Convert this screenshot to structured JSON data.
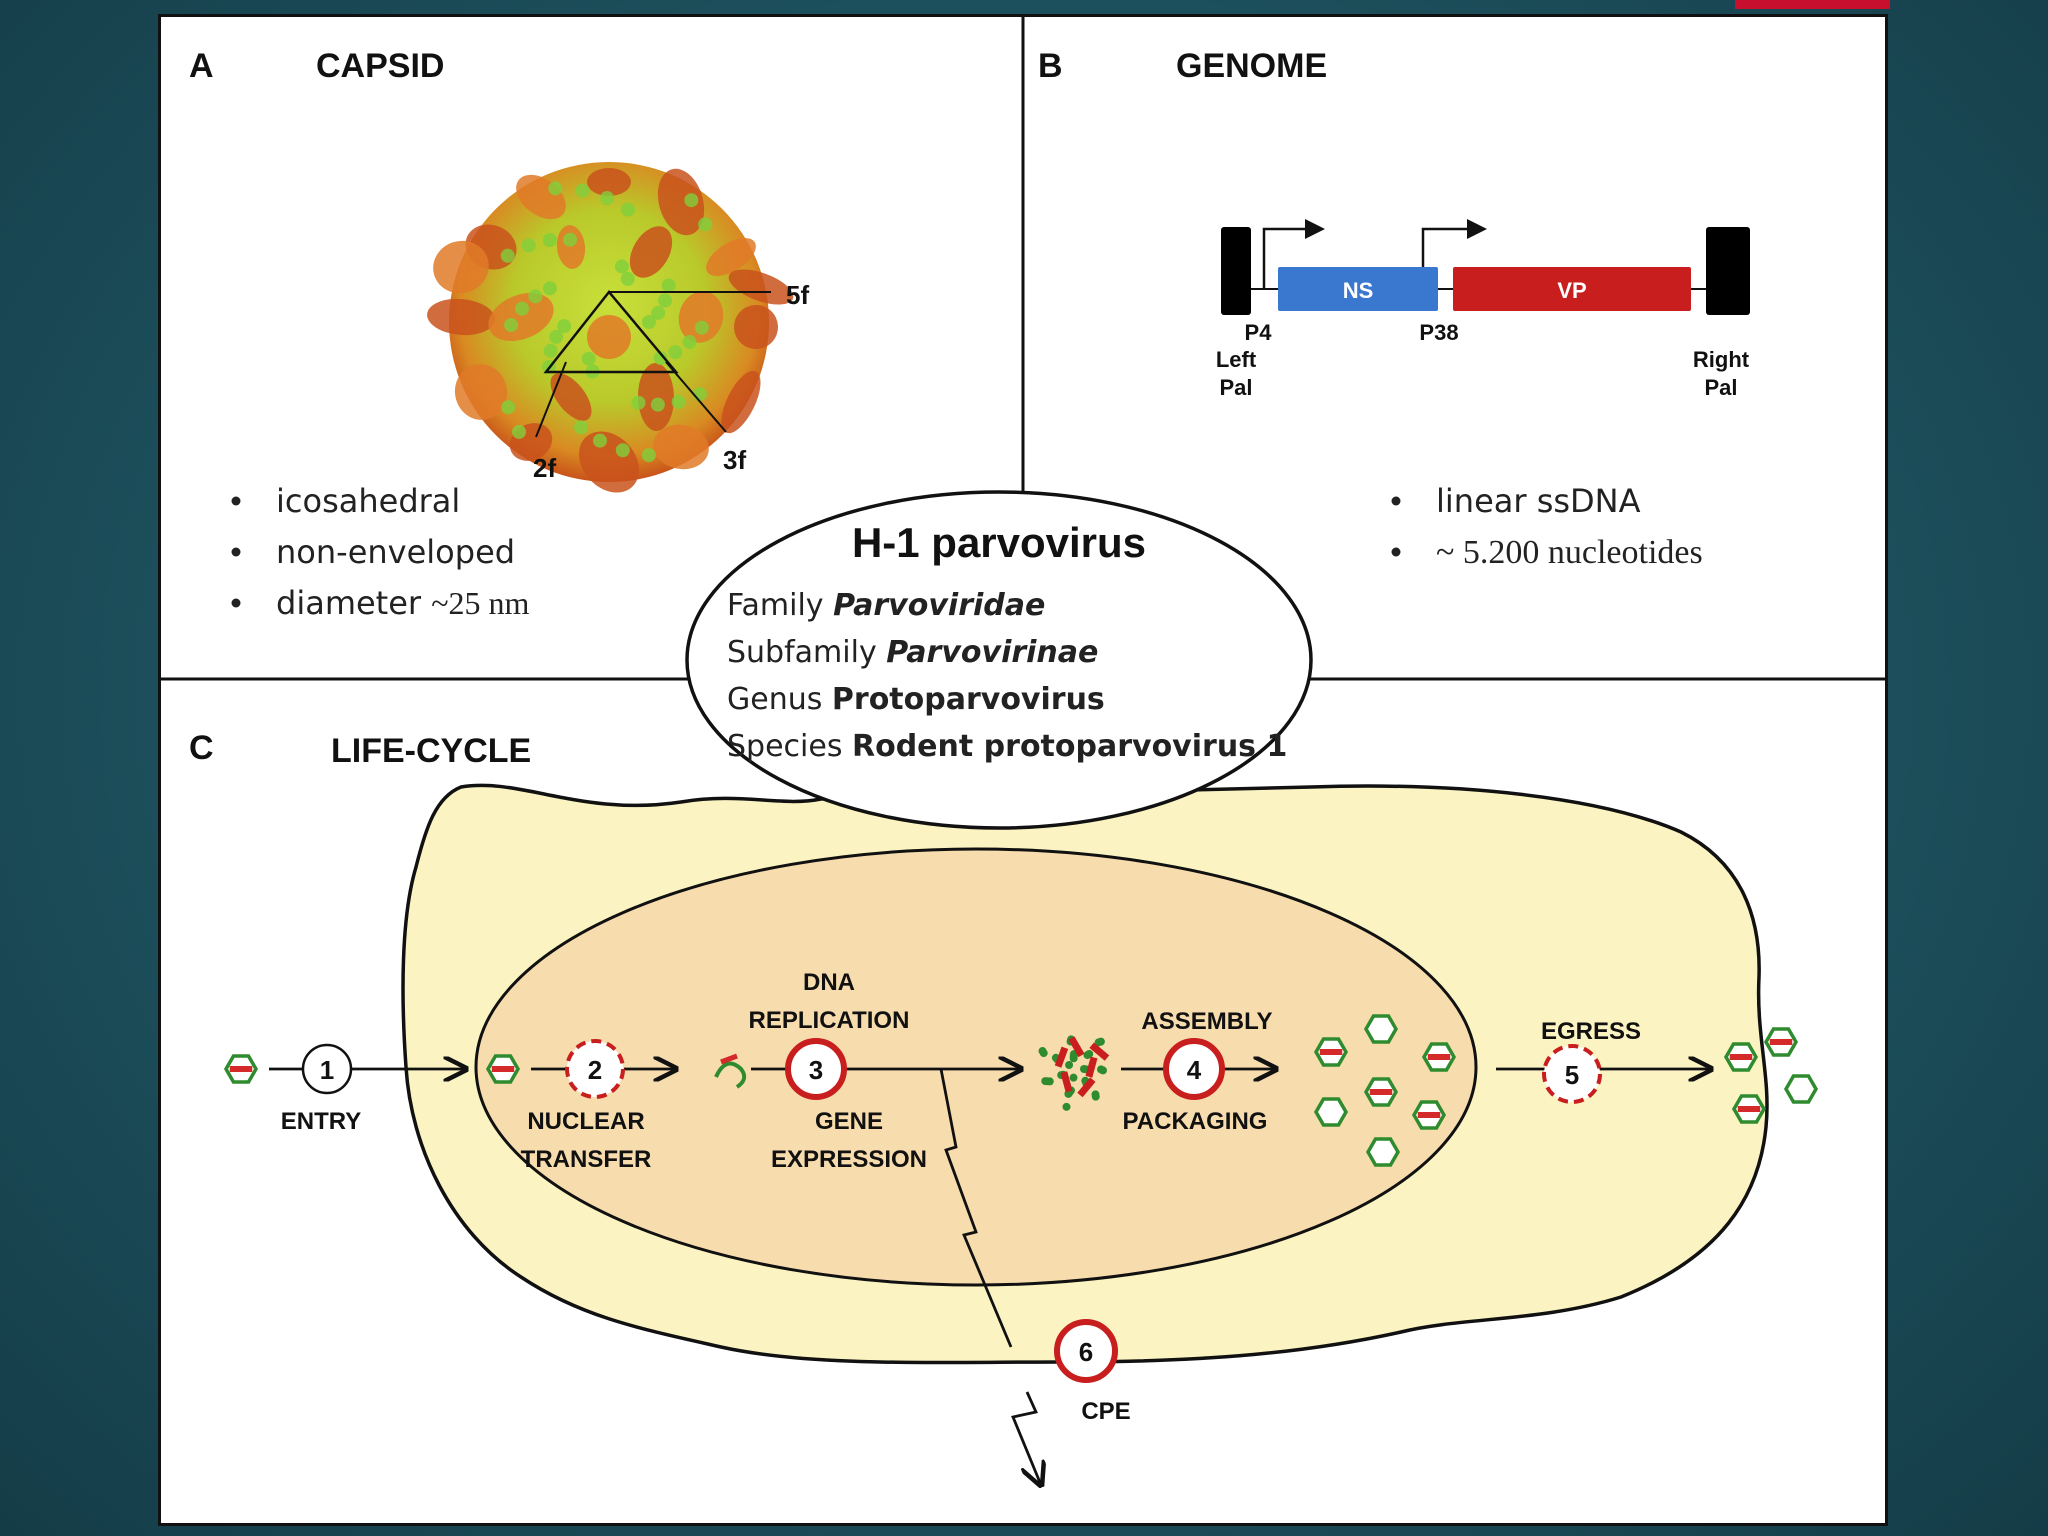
{
  "panel_a": {
    "letter": "A",
    "title": "CAPSID",
    "axis_labels": [
      "5f",
      "2f",
      "3f"
    ],
    "bullets": [
      {
        "text": "icosahedral"
      },
      {
        "text": "non-enveloped"
      },
      {
        "text": "diameter ",
        "serif": "~25 nm"
      }
    ]
  },
  "panel_b": {
    "letter": "B",
    "title": "GENOME",
    "ns_label": "NS",
    "vp_label": "VP",
    "p4": "P4",
    "p38": "P38",
    "left_pal": [
      "Left",
      "Pal"
    ],
    "right_pal": [
      "Right",
      "Pal"
    ],
    "bullets": [
      {
        "text": "linear ssDNA"
      },
      {
        "serif": "~ 5.200 nucleotides"
      }
    ]
  },
  "panel_c": {
    "letter": "C",
    "title": "LIFE-CYCLE",
    "steps": [
      {
        "num": "1",
        "label": [
          "ENTRY"
        ]
      },
      {
        "num": "2",
        "label": [
          "NUCLEAR",
          "TRANSFER"
        ]
      },
      {
        "num": "3",
        "label_top": [
          "DNA",
          "REPLICATION"
        ],
        "label_bottom": [
          "GENE",
          "EXPRESSION"
        ]
      },
      {
        "num": "4",
        "label_top": [
          "ASSEMBLY"
        ],
        "label_bottom": [
          "PACKAGING"
        ]
      },
      {
        "num": "5",
        "label": [
          "EGRESS"
        ]
      },
      {
        "num": "6",
        "label": [
          "CPE"
        ]
      }
    ]
  },
  "center": {
    "title": "H-1 parvovirus",
    "rows": [
      {
        "rank": "Family ",
        "name": "Parvoviridae",
        "italic": true
      },
      {
        "rank": "Subfamily ",
        "name": "Parvovirinae",
        "italic": true
      },
      {
        "rank": "Genus ",
        "name": "Protoparvovirus",
        "italic": false
      },
      {
        "rank": "Species ",
        "name": "Rodent protoparvovirus 1",
        "italic": false
      }
    ]
  },
  "colors": {
    "ns": "#3a78d0",
    "vp": "#c81e1e",
    "cell": "#fbf4c2",
    "nucleus": "#f7dcae",
    "capsid_green": "#2e8b2e",
    "capsid_red": "#d42a2a"
  }
}
